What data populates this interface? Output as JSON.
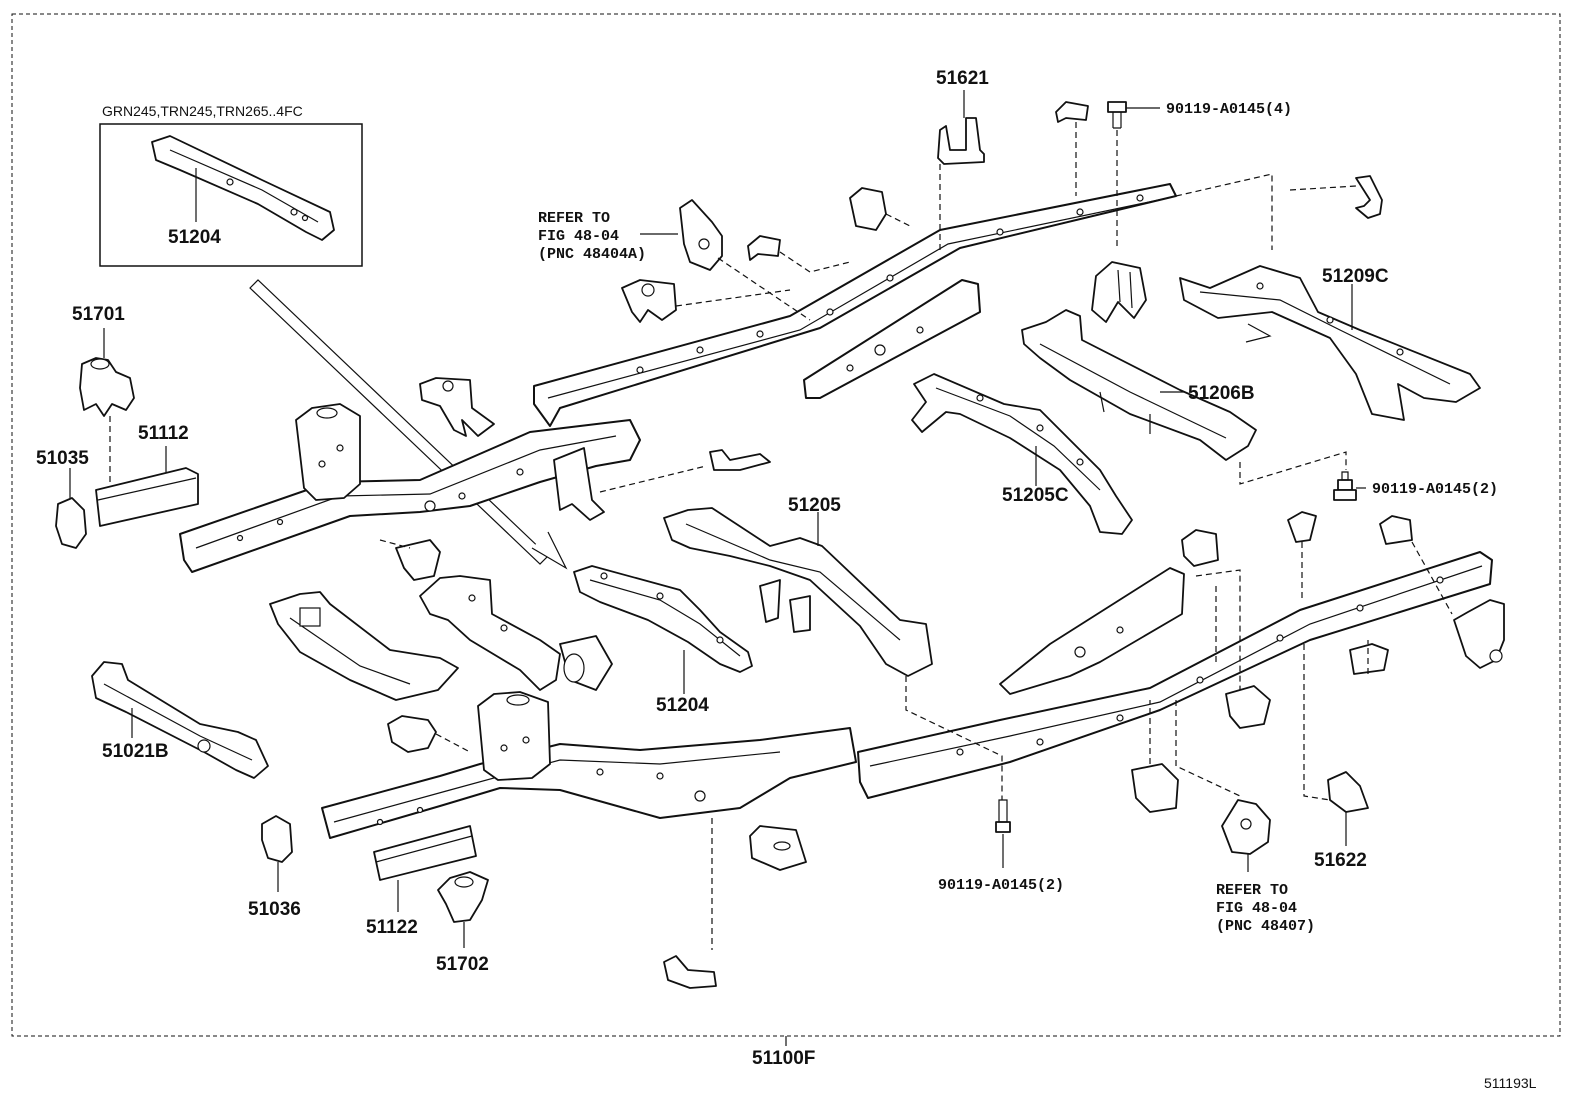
{
  "diagram": {
    "variant_note": "GRN245,TRN245,TRN265..4FC",
    "figure_code": "511193L",
    "assembly_number": "51100F",
    "labels": {
      "p51621": "51621",
      "p51204_inset": "51204",
      "p51701": "51701",
      "p51112": "51112",
      "p51035": "51035",
      "p51209C": "51209C",
      "p51206B": "51206B",
      "p51205C": "51205C",
      "p51205": "51205",
      "p51204": "51204",
      "p51021B": "51021B",
      "p51036": "51036",
      "p51122": "51122",
      "p51702": "51702",
      "p51622": "51622",
      "bolt_top": "90119-A0145(4)",
      "bolt_right": "90119-A0145(2)",
      "bolt_bottom": "90119-A0145(2)"
    },
    "refer_top": {
      "line1": "REFER TO",
      "line2": "FIG 48-04",
      "line3": "(PNC 48404A)"
    },
    "refer_bottom": {
      "line1": "REFER TO",
      "line2": "FIG 48-04",
      "line3": "(PNC 48407)"
    }
  }
}
